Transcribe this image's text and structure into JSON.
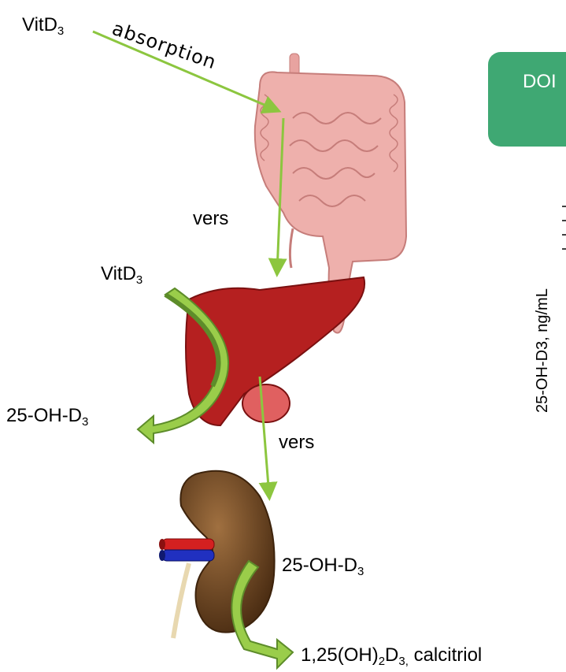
{
  "labels": {
    "vitd3_intake": "VitD",
    "vitd3_intake_sub": "3",
    "absorption": "absorption",
    "vers_1": "vers",
    "vitd3_liver": "VitD",
    "vitd3_liver_sub": "3",
    "hydroxy_liver": "25-OH-D",
    "hydroxy_liver_sub": "3",
    "vers_2": "vers",
    "hydroxy_kidney": "25-OH-D",
    "hydroxy_kidney_sub": "3",
    "calcitriol_a": "1,25(OH)",
    "calcitriol_sub1": "2",
    "calcitriol_b": "D",
    "calcitriol_sub2": "3,",
    "calcitriol_c": " calcitriol"
  },
  "dose_box": {
    "label": "DOI"
  },
  "chart_partial": {
    "ylabel": "25-OH-D3, ng/mL"
  },
  "colors": {
    "arrow_green": "#8cc63f",
    "curved_arrow_dark": "#5d8c2a",
    "curved_arrow_light": "#9acd4a",
    "intestine": "#e8a3a0",
    "liver": "#b52020",
    "kidney": "#6b4424",
    "dose_box": "#3fa873"
  }
}
